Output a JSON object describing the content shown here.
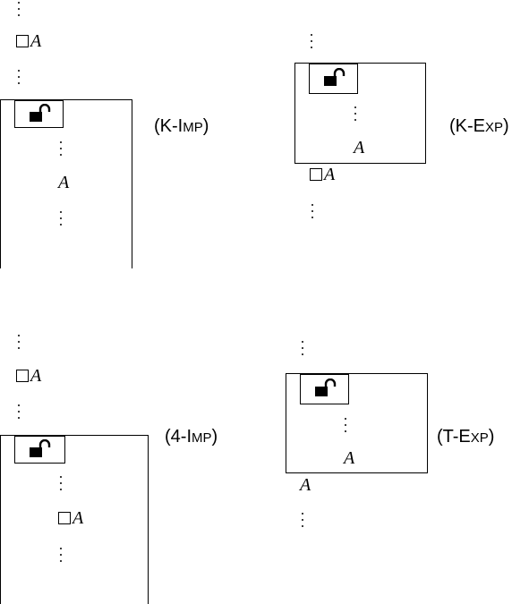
{
  "diagram": {
    "panels": [
      {
        "id": "k-imp",
        "rule_prefix": "(K-I",
        "rule_small": "MP",
        "rule_suffix": ")",
        "outer_formula": "A",
        "inner_formula": "A"
      },
      {
        "id": "k-exp",
        "rule_prefix": "(K-E",
        "rule_small": "XP",
        "rule_suffix": ")",
        "inner_formula": "A",
        "outer_formula": "A"
      },
      {
        "id": "4-imp",
        "rule_prefix": "(4-I",
        "rule_small": "MP",
        "rule_suffix": ")",
        "outer_formula": "A",
        "inner_formula": "A"
      },
      {
        "id": "t-exp",
        "rule_prefix": "(T-E",
        "rule_small": "XP",
        "rule_suffix": ")",
        "inner_formula": "A",
        "outer_formula": "A"
      }
    ],
    "icons": {
      "lock": "unlocked-padlock-icon",
      "box": "box-operator"
    },
    "colors": {
      "ink": "#000000",
      "background": "#ffffff"
    }
  }
}
